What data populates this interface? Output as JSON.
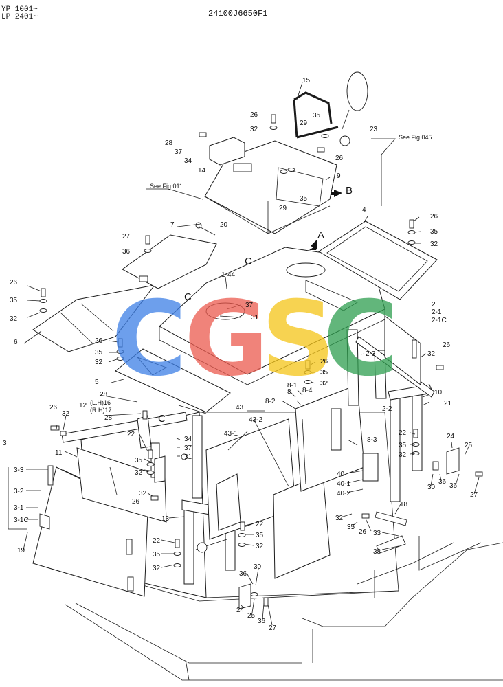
{
  "header": {
    "serial_yp": "YP 1001~",
    "serial_lp": "LP 2401~",
    "part_code": "24100J6650F1"
  },
  "references": {
    "see_fig_045": "See Fig 045",
    "see_fig_011": "See Fig 011"
  },
  "view_markers": {
    "a": "A",
    "b": "B",
    "c1": "C",
    "c2": "C",
    "c3": "C"
  },
  "watermark": {
    "letters": [
      "C",
      "G",
      "S",
      "C"
    ],
    "colors": [
      "#3d7fe6",
      "#ec5a4e",
      "#f5c518",
      "#2e9e4f"
    ]
  },
  "callouts": {
    "c15": "15",
    "c26a": "26",
    "c35a": "35",
    "c32a": "32",
    "c29a": "29",
    "c23": "23",
    "c28a": "28",
    "c37a": "37",
    "c34a": "34",
    "c14": "14",
    "c26b": "26",
    "c9": "9",
    "c29b": "29",
    "c35b": "35",
    "c7": "7",
    "c20": "20",
    "c27a": "27",
    "c36a": "36",
    "c4": "4",
    "c26c": "26",
    "c35c": "35",
    "c32c": "32",
    "c1_44": "1-44",
    "c37b": "37",
    "c31a": "31",
    "c26d": "26",
    "c35d": "35",
    "c32d": "32",
    "c6": "6",
    "c2": "2",
    "c2_1": "2-1",
    "c2_1c": "2-1C",
    "c26e": "26",
    "c32e": "32",
    "c10": "10",
    "c26f": "26",
    "c35e": "35",
    "c32f": "32",
    "c5": "5",
    "c2_3": "2-3",
    "c26g": "26",
    "c35f": "35",
    "c32g": "32",
    "c8_1": "8-1",
    "c8": "8",
    "c8_4": "8-4",
    "c8_2": "8-2",
    "c2_2": "2-2",
    "c21": "21",
    "c28b": "28",
    "c12": "12",
    "c16": "(L.H)16",
    "c17": "(R.H)17",
    "c28c": "28",
    "c26h": "26",
    "c32h": "32",
    "c43": "43",
    "c43_2": "43-2",
    "c43_1": "43-1",
    "c8_3": "8-3",
    "c22a": "22",
    "c35g": "35",
    "c32i": "32",
    "c24a": "24",
    "c25a": "25",
    "c22b": "22",
    "c34b": "34",
    "c37c": "37",
    "c35h": "35",
    "c31b": "31",
    "c3": "3",
    "c3_3": "3-3",
    "c11": "11",
    "c32j": "32",
    "c40": "40",
    "c40_1": "40-1",
    "c40_2": "40-2",
    "c30a": "30",
    "c36b": "36",
    "c36c": "36",
    "c27b": "27",
    "c3_2": "3-2",
    "c3_1": "3-1",
    "c3_1c": "3-1C",
    "c19": "19",
    "c32k": "32",
    "c26i": "26",
    "c13": "13",
    "c18": "18",
    "c32l": "32",
    "c35i": "35",
    "c26j": "26",
    "c22c": "22",
    "c35j": "35",
    "c32m": "32",
    "c22d": "22",
    "c35k": "35",
    "c32n": "32",
    "c33": "33",
    "c38": "38",
    "c36d": "36",
    "c30b": "30",
    "c24b": "24",
    "c25b": "25",
    "c36e": "36",
    "c27c": "27"
  }
}
